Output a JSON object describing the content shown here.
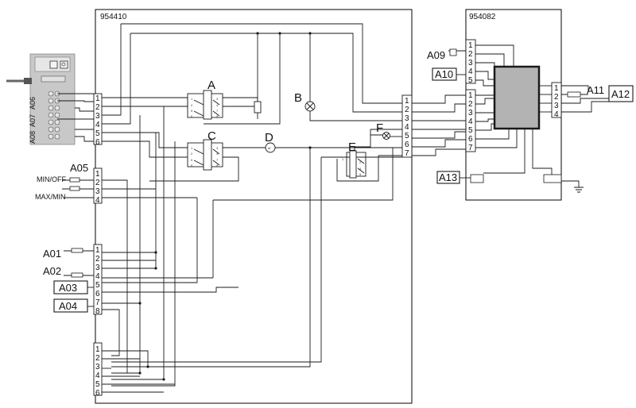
{
  "boards": {
    "main": {
      "id": "954410"
    },
    "control": {
      "id": "954082"
    }
  },
  "labels": {
    "A": "A",
    "B": "B",
    "C": "C",
    "D": "D",
    "E": "E",
    "F": "F",
    "A01": "A01",
    "A02": "A02",
    "A03": "A03",
    "A04": "A04",
    "A05": "A05",
    "A09": "A09",
    "A10": "A10",
    "A11": "A11",
    "A12": "A12",
    "A13": "A13"
  },
  "switch_labels": {
    "min_off": "MIN/OFF",
    "max_min": "MAX/MIN"
  },
  "side_labels": {
    "a06": "A06",
    "a07": "A07",
    "a08": "A08"
  },
  "pins": {
    "cn_top": [
      "1",
      "2",
      "3",
      "4",
      "5",
      "6"
    ],
    "cn_a05": [
      "1",
      "2",
      "3",
      "4"
    ],
    "cn_a01": [
      "1",
      "2",
      "3",
      "4",
      "5",
      "6",
      "7",
      "8"
    ],
    "cn_bottom": [
      "1",
      "2",
      "3",
      "4",
      "5",
      "6"
    ],
    "cn_right": [
      "1",
      "2",
      "3",
      "4",
      "5",
      "6",
      "7"
    ],
    "ctrl_in": [
      "1",
      "2",
      "3",
      "4",
      "5",
      "6",
      "7"
    ],
    "ctrl_top": [
      "1",
      "2",
      "3",
      "4",
      "5"
    ],
    "ctrl_out": [
      "1",
      "2",
      "3",
      "4"
    ]
  },
  "colors": {
    "line": "#1a1a1a",
    "module": "#b3b3b3",
    "panel": "#c8c8c8"
  }
}
